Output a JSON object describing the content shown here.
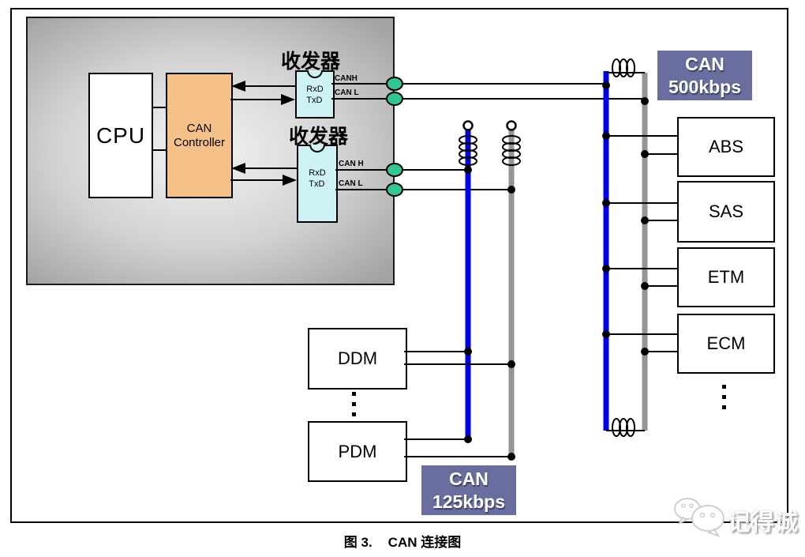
{
  "caption": {
    "prefix": "图 3.",
    "text": "CAN 连接图"
  },
  "mcu": {
    "cpu_label": "CPU",
    "controller_label": "CAN Controller"
  },
  "transceiver1": {
    "title": "收发器",
    "pin_rx": "RxD",
    "pin_tx": "TxD",
    "wire_high": "CANH",
    "wire_low": "CAN L"
  },
  "transceiver2": {
    "title": "收发器",
    "pin_rx": "RxD",
    "pin_tx": "TxD",
    "wire_high": "CAN H",
    "wire_low": "CAN L"
  },
  "bus_500": {
    "label_line1": "CAN",
    "label_line2": "500kbps",
    "nodes": [
      "ABS",
      "SAS",
      "ETM",
      "ECM"
    ]
  },
  "bus_125": {
    "label_line1": "CAN",
    "label_line2": "125kbps",
    "nodes": [
      "DDM",
      "PDM"
    ]
  },
  "watermark": {
    "text": "记得诚"
  },
  "colors": {
    "bus_high": "#0000e6",
    "bus_low": "#949494",
    "connector_green": "#2fc795",
    "label_bg": "#6a6e9e",
    "controller_fill": "#f6c189",
    "chip_fill": "#cdf3f6",
    "panel_center": "#f4f4f4",
    "panel_edge": "#a3a3a3"
  }
}
